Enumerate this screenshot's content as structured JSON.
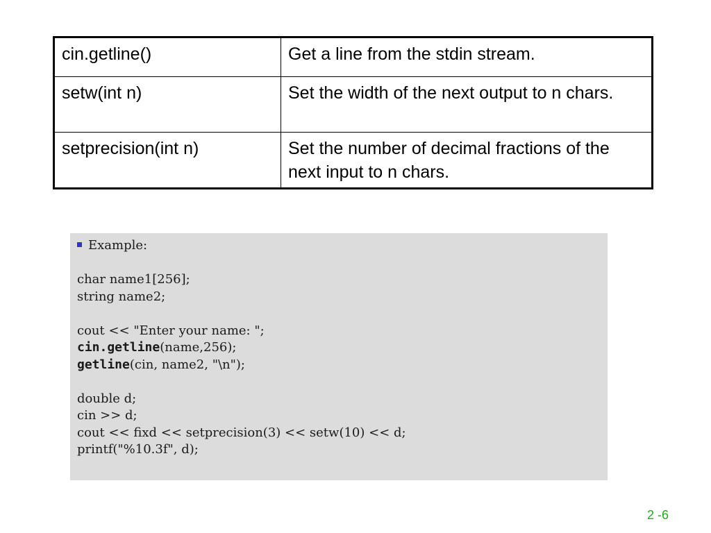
{
  "table": {
    "rows": [
      {
        "function": "cin.getline()",
        "description": "Get a line from the stdin stream."
      },
      {
        "function": "setw(int n)",
        "description": "Set the width of the next output to n chars."
      },
      {
        "function": "setprecision(int n)",
        "description": "Set the number of decimal fractions of the next input to n chars."
      }
    ]
  },
  "example": {
    "heading": "Example:",
    "bullet_color": "#3333cc",
    "background_color": "#dcdcdc",
    "lines": {
      "l1": "char name1[256];",
      "l2": "string name2;",
      "l3": "cout << \"Enter your name: \";",
      "l4_bold": "cin.getline",
      "l4_rest": "(name,256);",
      "l5_bold": "getline",
      "l5_rest": "(cin, name2, \"\\n\");",
      "l6": "double d;",
      "l7": "cin >> d;",
      "l8": "cout << fixd << setprecision(3) << setw(10) << d;",
      "l9": "printf(\"%10.3f\", d);"
    }
  },
  "footer": {
    "page_number": "2 -6",
    "color": "#22aa22"
  }
}
